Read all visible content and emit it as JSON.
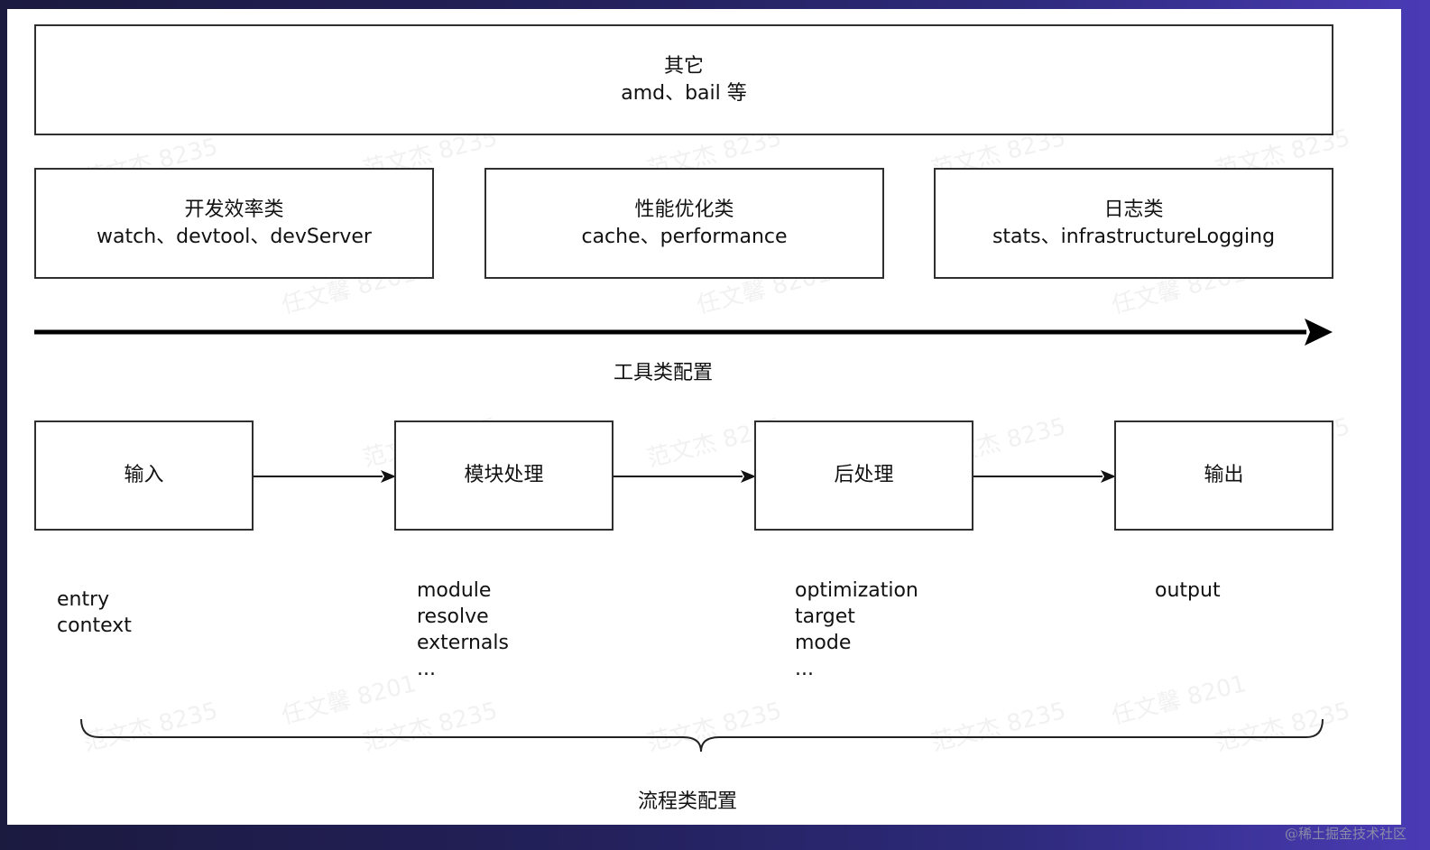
{
  "boxes": {
    "other": {
      "title": "其它",
      "detail": "amd、bail 等"
    },
    "dev_efficiency": {
      "title": "开发效率类",
      "detail": "watch、devtool、devServer"
    },
    "performance": {
      "title": "性能优化类",
      "detail": "cache、performance"
    },
    "logging": {
      "title": "日志类",
      "detail": "stats、infrastructureLogging"
    }
  },
  "tool_axis_label": "工具类配置",
  "flow": {
    "steps": [
      {
        "label": "输入",
        "configs": [
          "entry",
          "context"
        ]
      },
      {
        "label": "模块处理",
        "configs": [
          "module",
          "resolve",
          "externals",
          "..."
        ]
      },
      {
        "label": "后处理",
        "configs": [
          "optimization",
          "target",
          "mode",
          "..."
        ]
      },
      {
        "label": "输出",
        "configs": [
          "output"
        ]
      }
    ],
    "brace_label": "流程类配置"
  },
  "watermarks": {
    "text_a": "范文杰 8235",
    "text_b": "任文馨 8201"
  },
  "credit": "@稀土掘金技术社区"
}
